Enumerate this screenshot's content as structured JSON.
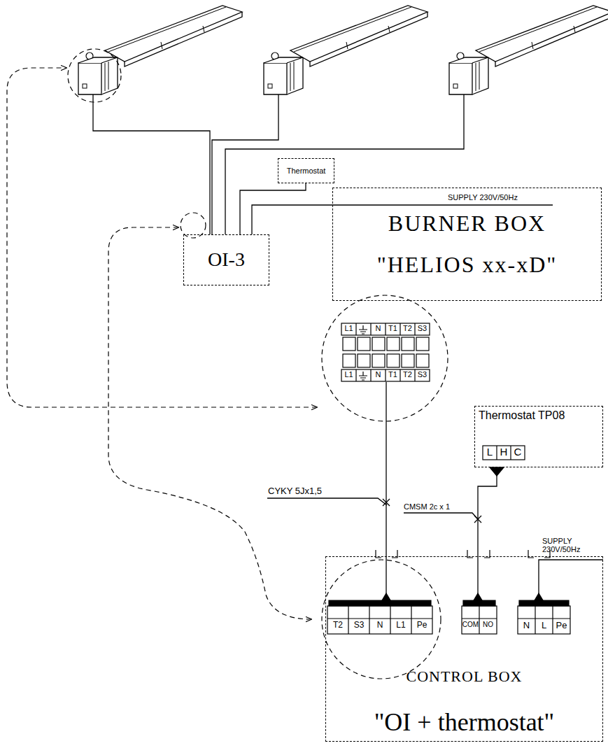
{
  "diagram": {
    "nodes": [
      {
        "text": [
          "Thermostat"
        ]
      },
      {
        "text": [
          "OI-3"
        ]
      },
      {
        "text": [
          "BURNER BOX",
          "\"HELIOS xx-xD\""
        ]
      },
      {
        "text": [
          "Thermostat TP08"
        ]
      },
      {
        "text": [
          "CONTROL BOX",
          "\"OI + thermostat\""
        ]
      }
    ],
    "edges": [
      {
        "from": 0,
        "to": 1,
        "arrow": "none"
      },
      {
        "from": 3,
        "to": 4,
        "arrow": "none"
      }
    ],
    "labels": [
      "L1",
      "N",
      "T1",
      "T2",
      "S3",
      "L1",
      "N",
      "T1",
      "T2",
      "S3",
      "L",
      "H",
      "C",
      "SUPPLY 230V/50Hz",
      "CYKY 5Jx1,5",
      "CMSM 2c x 1",
      "SUPPLY 230V/50Hz",
      "T2",
      "S3",
      "N",
      "L1",
      "Pe",
      "COM",
      "NO",
      "N",
      "L",
      "Pe"
    ]
  }
}
